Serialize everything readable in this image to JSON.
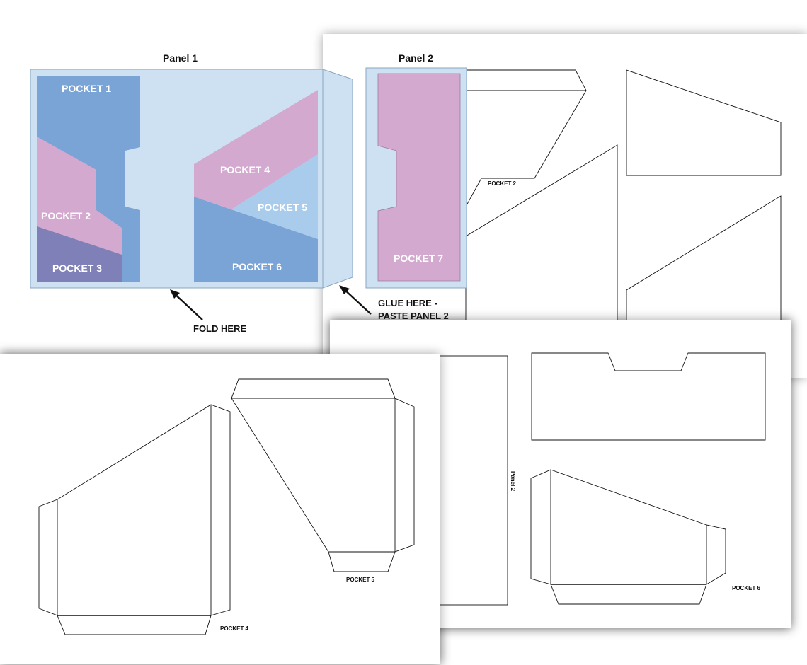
{
  "panel1": {
    "title": "Panel 1",
    "pockets": [
      "POCKET 1",
      "POCKET 2",
      "POCKET 3",
      "POCKET 4",
      "POCKET 5",
      "POCKET 6"
    ],
    "fold_note": "FOLD HERE"
  },
  "panel2": {
    "title": "Panel 2",
    "pocket": "POCKET 7",
    "glue_note_line1": "GLUE HERE -",
    "glue_note_line2": "PASTE PANEL 2"
  },
  "templates": {
    "pocket2": "POCKET 2",
    "pocket4": "POCKET 4",
    "pocket5": "POCKET 5",
    "pocket6": "POCKET 6",
    "panel2_vertical": "Panel 2"
  },
  "colors": {
    "panel_bg": "#cde1f3",
    "panel_border": "#8aa6c2",
    "pocket_blue": "#7aa3d6",
    "pocket_pink": "#d4a9cf",
    "pocket_purple": "#8080b8",
    "pocket_lightblue": "#a9cbec",
    "outline": "#111111"
  }
}
